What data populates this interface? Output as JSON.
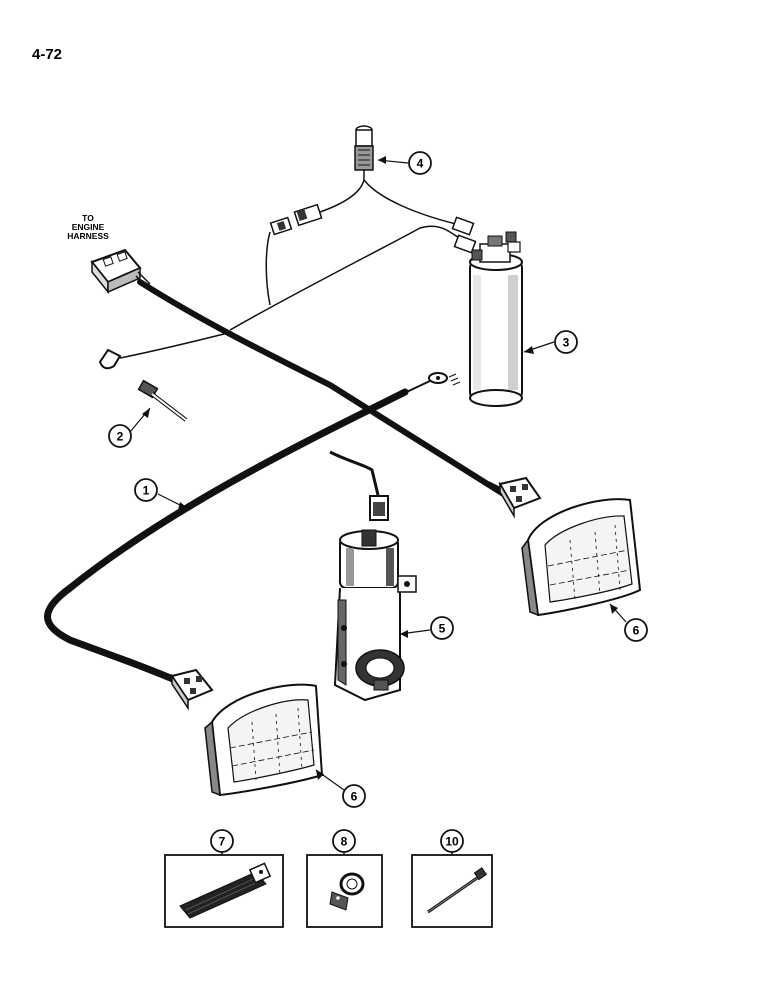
{
  "page_number": "4-72",
  "harness_label": [
    "TO",
    "ENGINE",
    "HARNESS"
  ],
  "callouts": [
    "1",
    "2",
    "3",
    "4",
    "5",
    "6",
    "6",
    "7",
    "8",
    "10"
  ]
}
